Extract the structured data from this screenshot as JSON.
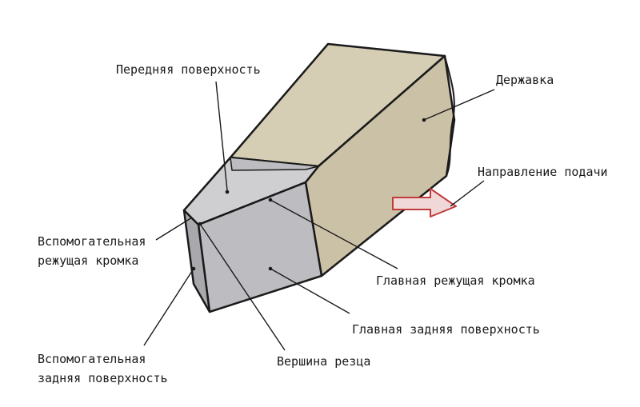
{
  "labels": {
    "rake_face": "Передняя поверхность",
    "holder": "Державка",
    "feed_direction": "Направление подачи",
    "auxiliary_cutting_edge_line1": "Вспомогательная",
    "auxiliary_cutting_edge_line2": "режущая кромка",
    "main_cutting_edge": "Главная режущая кромка",
    "main_flank": "Главная задняя поверхность",
    "auxiliary_flank_line1": "Вспомогательная",
    "auxiliary_flank_line2": "задняя поверхность",
    "tool_tip": "Вершина резца"
  },
  "colors": {
    "holder_fill": "#d6cdb5",
    "holder_shadow": "#cbc1a6",
    "insert_light": "#cfcfd2",
    "insert_mid": "#bdbdc1",
    "insert_dark": "#a9a9ad",
    "arrow_fill": "#f0d8d8",
    "arrow_stroke": "#c23a3a",
    "outline": "#1a1a1a"
  }
}
